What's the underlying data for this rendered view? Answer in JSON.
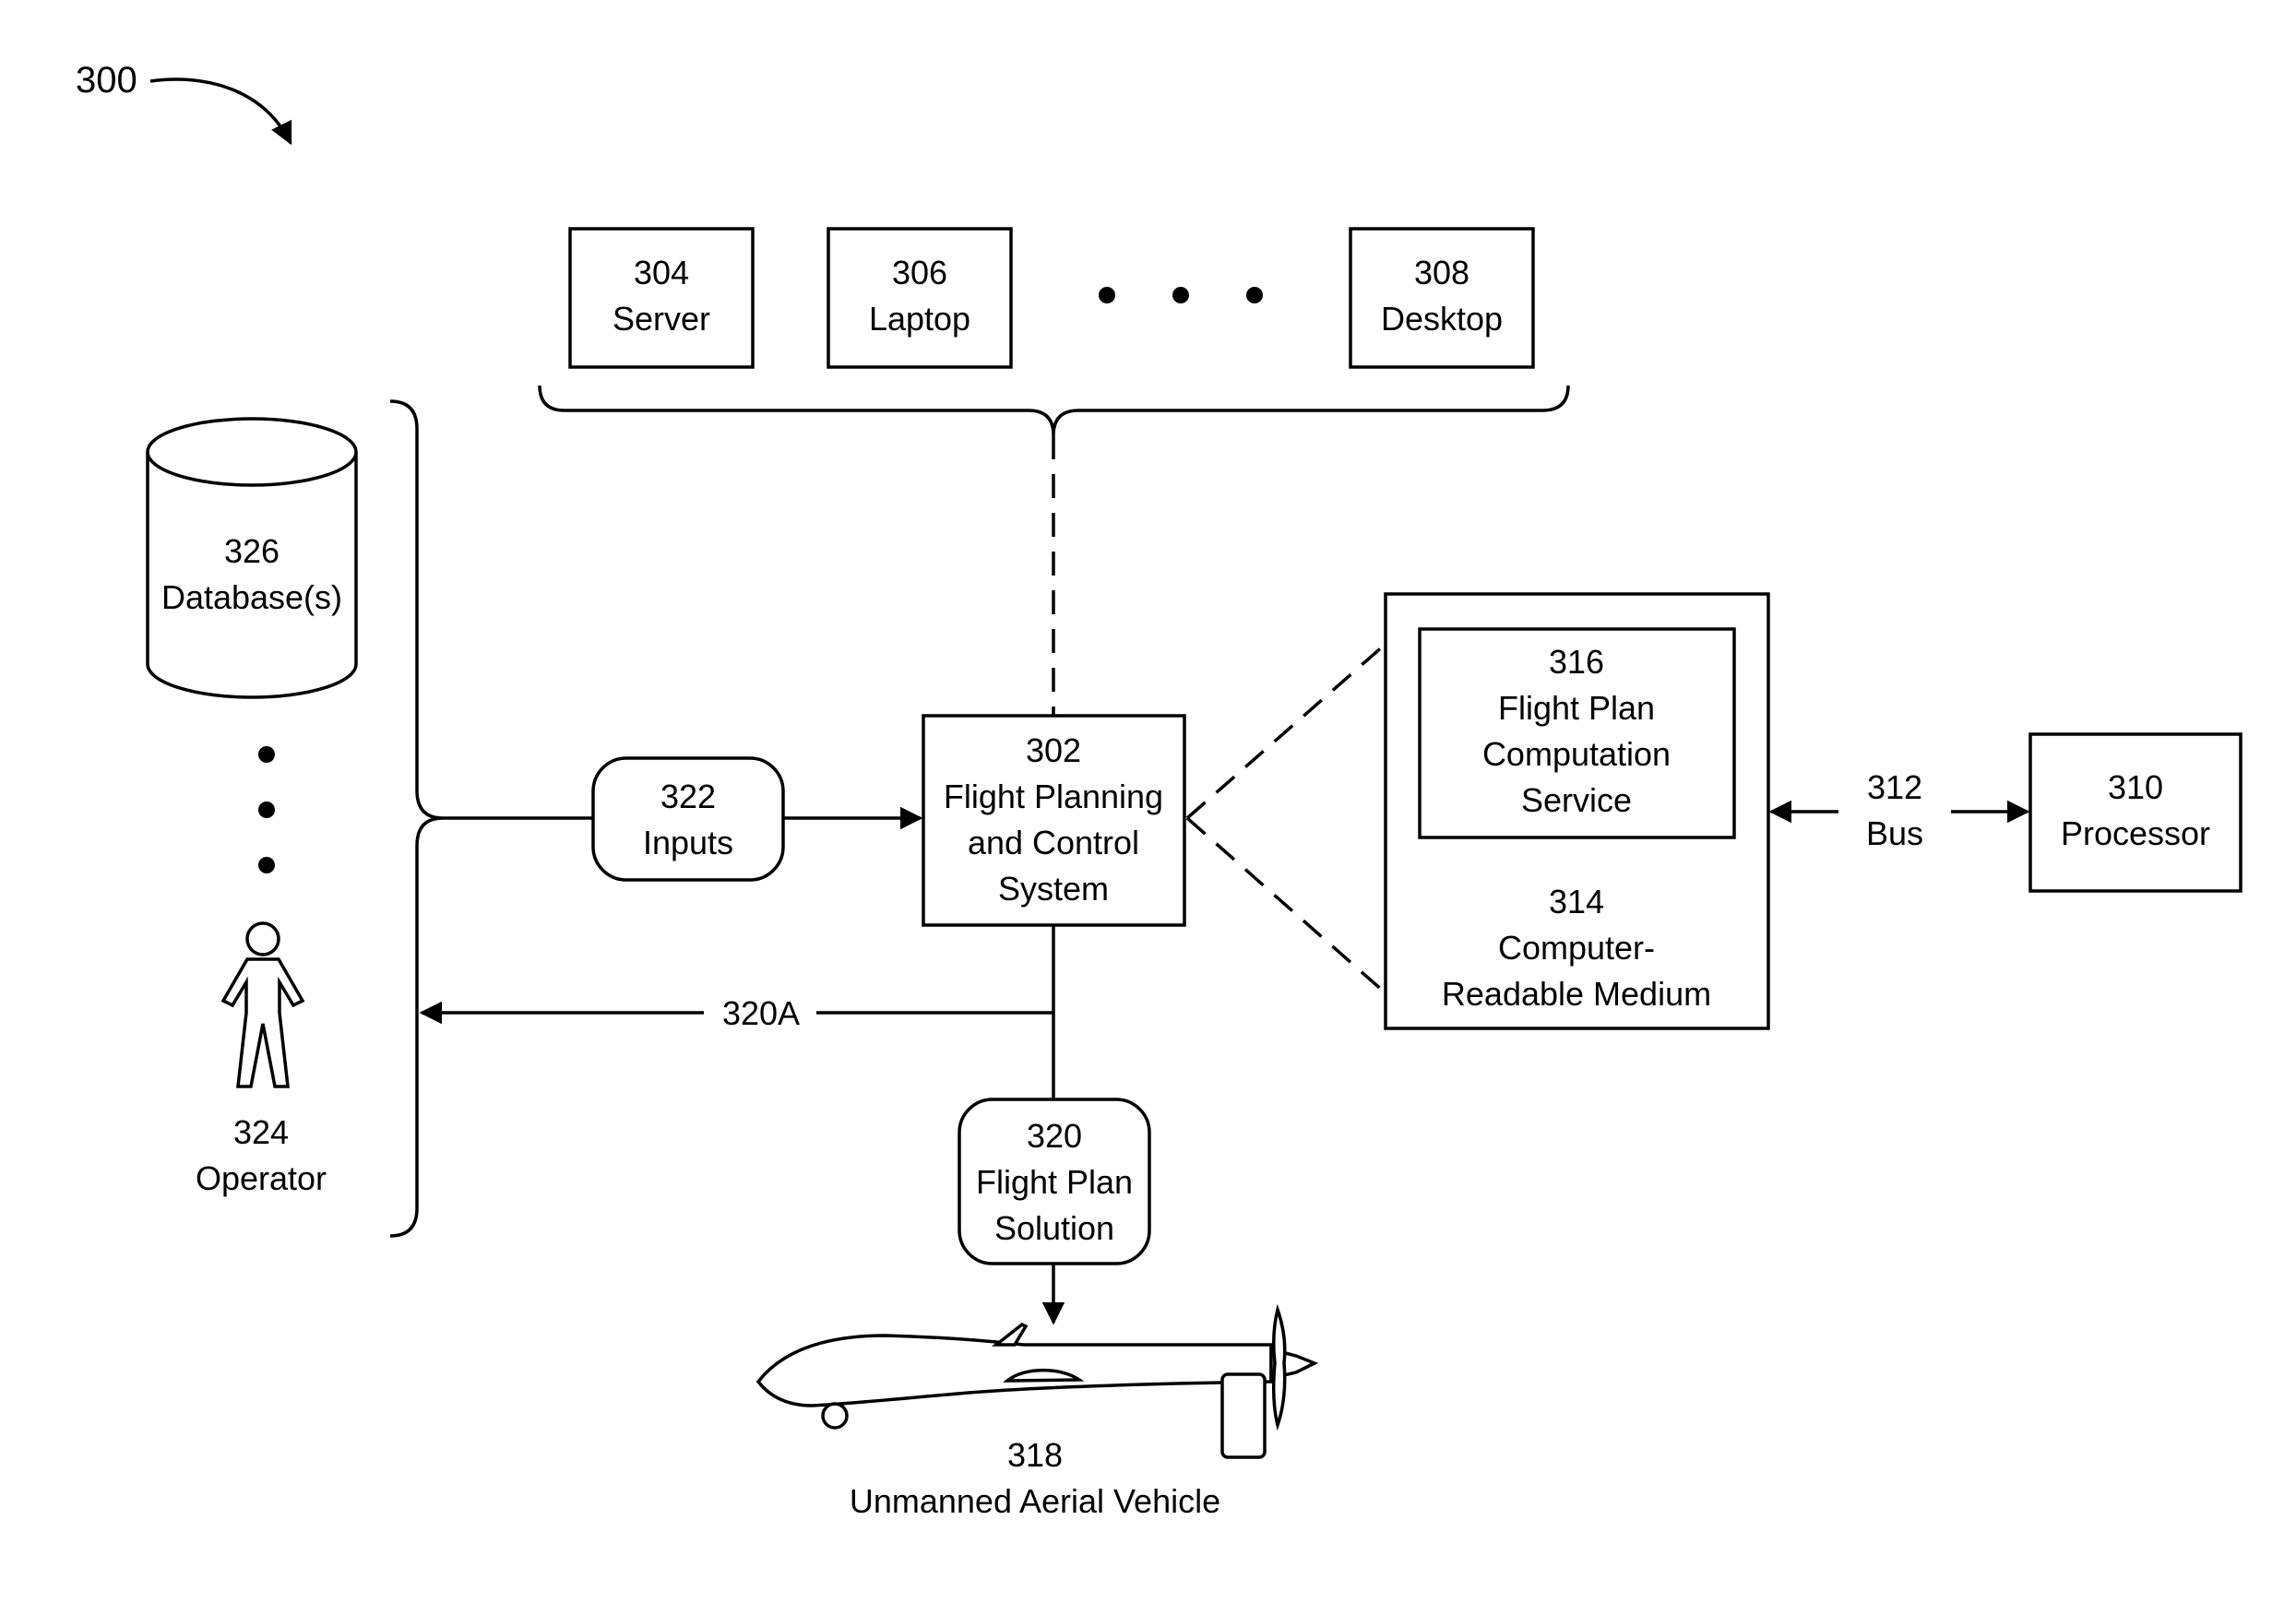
{
  "figure": {
    "ref": "300"
  },
  "nodes": {
    "server": {
      "num": "304",
      "label": "Server"
    },
    "laptop": {
      "num": "306",
      "label": "Laptop"
    },
    "desktop": {
      "num": "308",
      "label": "Desktop"
    },
    "database": {
      "num": "326",
      "label": "Database(s)"
    },
    "operator": {
      "num": "324",
      "label": "Operator"
    },
    "inputs": {
      "num": "322",
      "label": "Inputs"
    },
    "fpcs": {
      "num": "302",
      "line1": "Flight Planning",
      "line2": "and Control",
      "line3": "System"
    },
    "service": {
      "num": "316",
      "line1": "Flight Plan",
      "line2": "Computation",
      "line3": "Service"
    },
    "medium": {
      "num": "314",
      "line1": "Computer-",
      "line2": "Readable Medium"
    },
    "bus": {
      "num": "312",
      "label": "Bus"
    },
    "processor": {
      "num": "310",
      "label": "Processor"
    },
    "solution": {
      "num": "320",
      "line1": "Flight Plan",
      "line2": "Solution"
    },
    "feedback": {
      "num": "320A"
    },
    "uav": {
      "num": "318",
      "label": "Unmanned Aerial Vehicle"
    }
  },
  "icons": [
    "database-cylinder-icon",
    "person-icon",
    "uav-drone-icon",
    "ellipsis-dots-icon"
  ]
}
